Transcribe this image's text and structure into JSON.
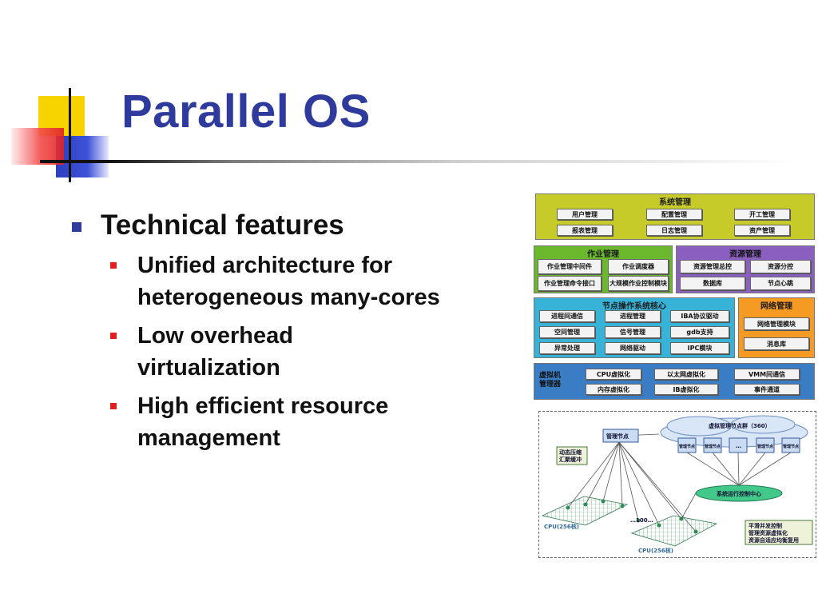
{
  "slide": {
    "title": "Parallel OS",
    "bullets": [
      {
        "text": "Technical features",
        "sub": [
          "Unified architecture for heterogeneous many-cores",
          "Low overhead virtualization",
          "High efficient resource management"
        ]
      }
    ]
  },
  "arch": {
    "system_mgmt": {
      "title": "系统管理",
      "items": [
        "用户管理",
        "配置管理",
        "开工管理",
        "报表管理",
        "日志管理",
        "资产管理"
      ]
    },
    "job_mgmt": {
      "title": "作业管理",
      "items": [
        "作业管理中间件",
        "作业调度器",
        "作业管理命令接口",
        "大规模作业控制模块"
      ]
    },
    "res_mgmt": {
      "title": "资源管理",
      "items": [
        "资源管理总控",
        "资源分控",
        "数据库",
        "节点心跳"
      ]
    },
    "node_os": {
      "title": "节点操作系统核心",
      "items": [
        "进程间通信",
        "进程管理",
        "IBA协议驱动",
        "空间管理",
        "信号管理",
        "gdb支持",
        "异常处理",
        "网络驱动",
        "IPC模块"
      ]
    },
    "net_mgmt": {
      "title": "网络管理",
      "items": [
        "网络管理模块",
        "消息库"
      ]
    },
    "vmm": {
      "title": "虚拟机管理器",
      "items": [
        "CPU虚拟化",
        "以太网虚拟化",
        "VMM间通信",
        "内存虚拟化",
        "IB虚拟化",
        "事件通道"
      ]
    }
  },
  "cluster": {
    "mgmt_node": "管理节点",
    "cloud": "虚拟管理节点群（360）",
    "sub_nodes": [
      "管理节点",
      "管理节点",
      "…",
      "管理节点",
      "管理节点"
    ],
    "control_center": "系统运行控制中心",
    "left_note": [
      "动态压缩",
      "汇聚缓冲"
    ],
    "right_note": [
      "平滑并发控制",
      "管理资源虚拟化",
      "资源自适应均衡复用"
    ],
    "cpu_label_1": "CPU(256核)",
    "cpu_label_2": "CPU(256核)",
    "count_label": "…100…"
  },
  "colors": {
    "title": "#2f3b9c",
    "bullet_l1": "#2f3b9c",
    "bullet_l2": "#e02020",
    "system": "#c7cb2a",
    "job": "#6cb82c",
    "resource": "#8a5fc0",
    "node_os": "#38b3d8",
    "network": "#f59a23",
    "vmm": "#3b7dc4"
  }
}
